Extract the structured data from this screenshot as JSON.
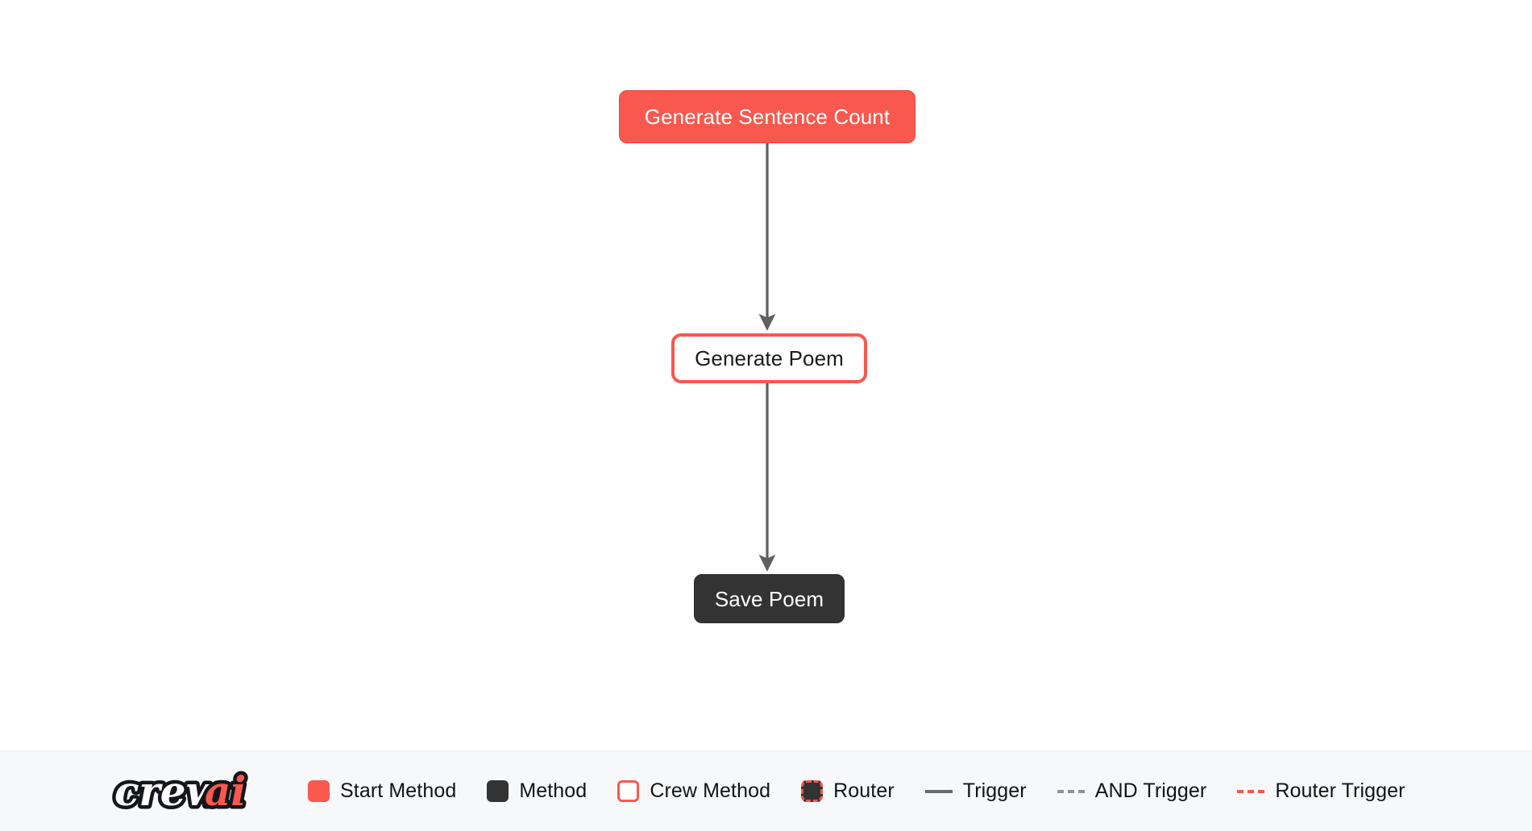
{
  "canvas": {
    "background_color": "#ffffff",
    "nodes": [
      {
        "id": "generate-sentence-count",
        "label": "Generate Sentence Count",
        "type": "start-method",
        "fill_color": "#F8584E",
        "text_color": "#ffffff"
      },
      {
        "id": "generate-poem",
        "label": "Generate Poem",
        "type": "crew-method",
        "fill_color": "#ffffff",
        "border_color": "#F8584E",
        "text_color": "#1a1a1a"
      },
      {
        "id": "save-poem",
        "label": "Save Poem",
        "type": "method",
        "fill_color": "#333333",
        "text_color": "#ffffff"
      }
    ],
    "edges": [
      {
        "id": "edge-sentence-count-to-poem",
        "from": "generate-sentence-count",
        "to": "generate-poem",
        "style": "trigger",
        "color": "#5f5f5f"
      },
      {
        "id": "edge-poem-to-save",
        "from": "generate-poem",
        "to": "save-poem",
        "style": "trigger",
        "color": "#5f5f5f"
      }
    ]
  },
  "legend": {
    "background_color": "#F7F8FA",
    "logo": {
      "text_primary": "crew",
      "text_accent": "ai",
      "accent_color": "#F8584E",
      "primary_color": "#ffffff",
      "outline_color": "#15161a"
    },
    "items": [
      {
        "id": "start-method",
        "label": "Start Method",
        "marker": "swatch",
        "color": "#F8584E"
      },
      {
        "id": "method",
        "label": "Method",
        "marker": "swatch",
        "color": "#333333"
      },
      {
        "id": "crew-method",
        "label": "Crew Method",
        "marker": "swatch-outline",
        "color": "#ffffff",
        "border_color": "#F8584E"
      },
      {
        "id": "router",
        "label": "Router",
        "marker": "swatch-dashed",
        "color": "#333333",
        "border_color": "#F8584E"
      },
      {
        "id": "trigger",
        "label": "Trigger",
        "marker": "line-solid",
        "color": "#6b6b6b"
      },
      {
        "id": "and-trigger",
        "label": "AND Trigger",
        "marker": "line-dashed",
        "color": "#8d9299"
      },
      {
        "id": "router-trigger",
        "label": "Router Trigger",
        "marker": "line-dashed",
        "color": "#F8584E"
      }
    ]
  }
}
